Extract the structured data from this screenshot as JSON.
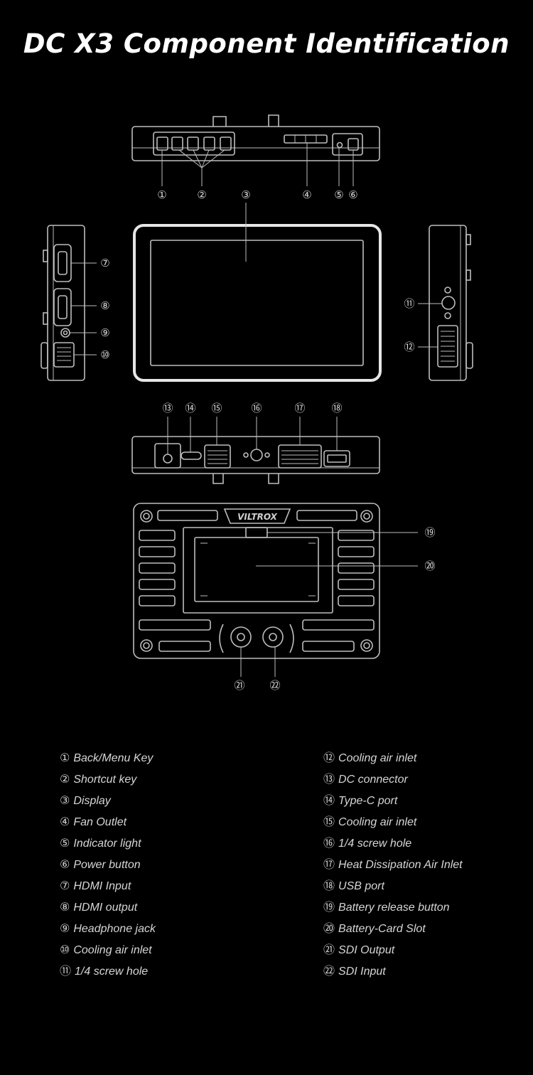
{
  "title": "DC X3 Component Identification",
  "brand_logo": "VILTROX",
  "callouts": [
    {
      "id": "c1",
      "glyph": "①"
    },
    {
      "id": "c2",
      "glyph": "②"
    },
    {
      "id": "c3",
      "glyph": "③"
    },
    {
      "id": "c4",
      "glyph": "④"
    },
    {
      "id": "c5",
      "glyph": "⑤"
    },
    {
      "id": "c6",
      "glyph": "⑥"
    },
    {
      "id": "c7",
      "glyph": "⑦"
    },
    {
      "id": "c8",
      "glyph": "⑧"
    },
    {
      "id": "c9",
      "glyph": "⑨"
    },
    {
      "id": "c10",
      "glyph": "⑩"
    },
    {
      "id": "c11",
      "glyph": "⑪"
    },
    {
      "id": "c12",
      "glyph": "⑫"
    },
    {
      "id": "c13",
      "glyph": "⑬"
    },
    {
      "id": "c14",
      "glyph": "⑭"
    },
    {
      "id": "c15",
      "glyph": "⑮"
    },
    {
      "id": "c16",
      "glyph": "⑯"
    },
    {
      "id": "c17",
      "glyph": "⑰"
    },
    {
      "id": "c18",
      "glyph": "⑱"
    },
    {
      "id": "c19",
      "glyph": "⑲"
    },
    {
      "id": "c20",
      "glyph": "⑳"
    },
    {
      "id": "c21",
      "glyph": "㉑"
    },
    {
      "id": "c22",
      "glyph": "㉒"
    }
  ],
  "legend": {
    "left": [
      {
        "num": "①",
        "label": "Back/Menu Key"
      },
      {
        "num": "②",
        "label": "Shortcut key"
      },
      {
        "num": "③",
        "label": "Display"
      },
      {
        "num": "④",
        "label": "Fan Outlet"
      },
      {
        "num": "⑤",
        "label": "Indicator light"
      },
      {
        "num": "⑥",
        "label": "Power button"
      },
      {
        "num": "⑦",
        "label": "HDMI Input"
      },
      {
        "num": "⑧",
        "label": "HDMI output"
      },
      {
        "num": "⑨",
        "label": "Headphone jack"
      },
      {
        "num": "⑩",
        "label": "Cooling air inlet"
      },
      {
        "num": "⑪",
        "label": "1/4 screw hole"
      }
    ],
    "right": [
      {
        "num": "⑫",
        "label": "Cooling air inlet"
      },
      {
        "num": "⑬",
        "label": "DC connector"
      },
      {
        "num": "⑭",
        "label": "Type-C port"
      },
      {
        "num": "⑮",
        "label": "Cooling air inlet"
      },
      {
        "num": "⑯",
        "label": "1/4 screw hole"
      },
      {
        "num": "⑰",
        "label": "Heat Dissipation Air Inlet"
      },
      {
        "num": "⑱",
        "label": "USB port"
      },
      {
        "num": "⑲",
        "label": "Battery release button"
      },
      {
        "num": "⑳",
        "label": "Battery-Card Slot"
      },
      {
        "num": "㉑",
        "label": "SDI Output"
      },
      {
        "num": "㉒",
        "label": "SDI Input"
      }
    ]
  }
}
